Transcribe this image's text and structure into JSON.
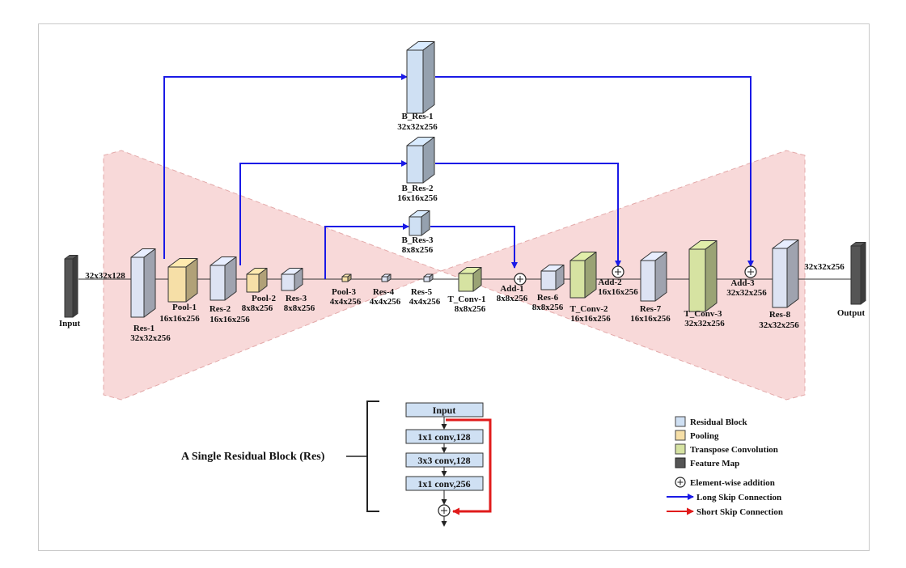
{
  "colors": {
    "residual": "#dde3f3",
    "residual_blue": "#cfe0f3",
    "pooling": "#f6dfa7",
    "transpose": "#d6e3a2",
    "feature": "#555555",
    "long_skip": "#1a1ae6",
    "short_skip": "#e01b1b",
    "hourglass": "#f8d9d9"
  },
  "labels": {
    "input": "Input",
    "output": "Output",
    "input_dim": "32x32x128",
    "output_dim": "32x32x256",
    "res1": "Res-1",
    "res1_dim": "32x32x256",
    "pool1": "Pool-1",
    "pool1_dim": "16x16x256",
    "res2": "Res-2",
    "res2_dim": "16x16x256",
    "pool2": "Pool-2",
    "pool2_dim": "8x8x256",
    "res3": "Res-3",
    "res3_dim": "8x8x256",
    "pool3": "Pool-3",
    "pool3_dim": "4x4x256",
    "res4": "Res-4",
    "res4_dim": "4x4x256",
    "res5": "Res-5",
    "res5_dim": "4x4x256",
    "tconv1": "T_Conv-1",
    "tconv1_dim": "8x8x256",
    "add1": "Add-1",
    "add1_dim": "8x8x256",
    "res6": "Res-6",
    "res6_dim": "8x8x256",
    "tconv2": "T_Conv-2",
    "tconv2_dim": "16x16x256",
    "add2": "Add-2",
    "add2_dim": "16x16x256",
    "res7": "Res-7",
    "res7_dim": "16x16x256",
    "tconv3": "T_Conv-3",
    "tconv3_dim": "32x32x256",
    "add3": "Add-3",
    "add3_dim": "32x32x256",
    "res8": "Res-8",
    "res8_dim": "32x32x256",
    "bres1": "B_Res-1",
    "bres1_dim": "32x32x256",
    "bres2": "B_Res-2",
    "bres2_dim": "16x16x256",
    "bres3": "B_Res-3",
    "bres3_dim": "8x8x256"
  },
  "residual_block": {
    "title": "A Single Residual Block (Res)",
    "input": "Input",
    "conv1": "1x1 conv,128",
    "conv2": "3x3 conv,128",
    "conv3": "1x1 conv,256"
  },
  "legend": {
    "residual": "Residual Block",
    "pooling": "Pooling",
    "transpose": "Transpose Convolution",
    "feature": "Feature Map",
    "addition": "Element-wise addition",
    "long_skip": "Long Skip Connection",
    "short_skip": "Short Skip Connection"
  }
}
